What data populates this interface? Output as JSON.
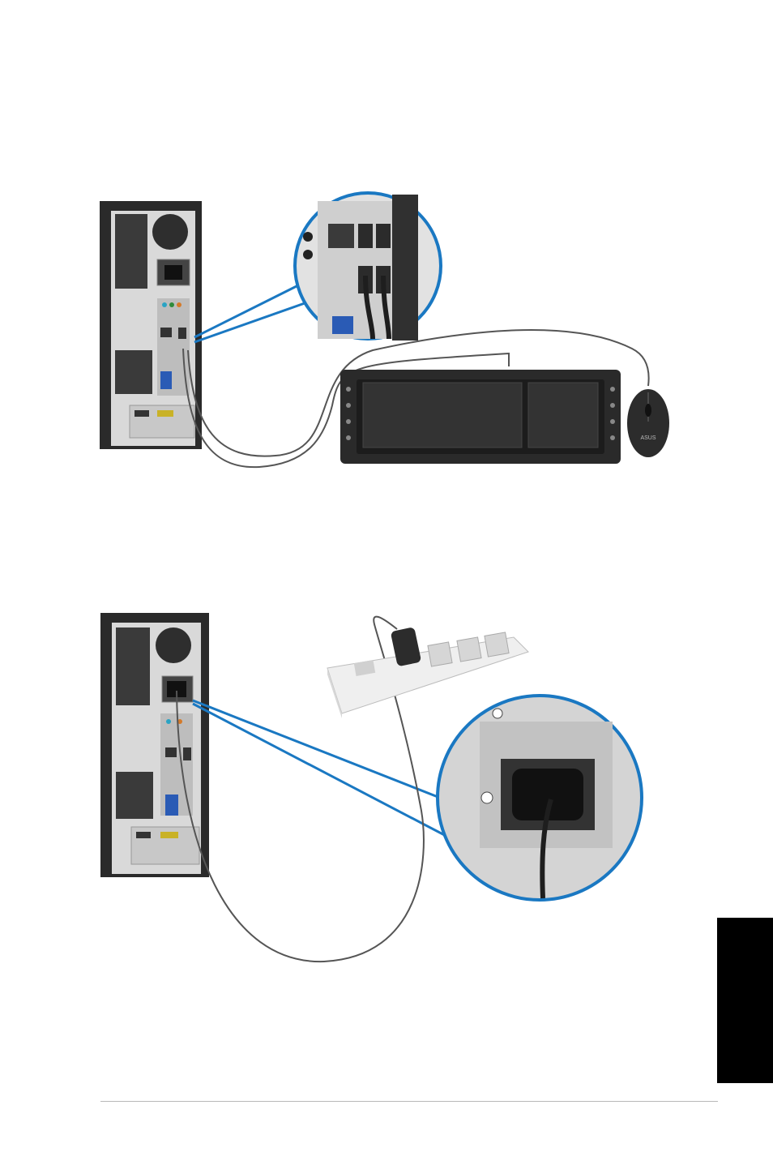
{
  "figures": [
    {
      "id": "keyboard-mouse-connection",
      "brand_logo": "ASUS"
    },
    {
      "id": "power-cord-connection"
    }
  ],
  "colors": {
    "callout_blue": "#1a78c2",
    "chassis_dark": "#2a2a2a",
    "panel_gray": "#cfcfcf",
    "cable": "#555555"
  },
  "icons": [
    "desktop-tower-rear-icon",
    "usb-port-icon",
    "keyboard-icon",
    "mouse-icon",
    "power-strip-icon",
    "power-socket-icon"
  ]
}
